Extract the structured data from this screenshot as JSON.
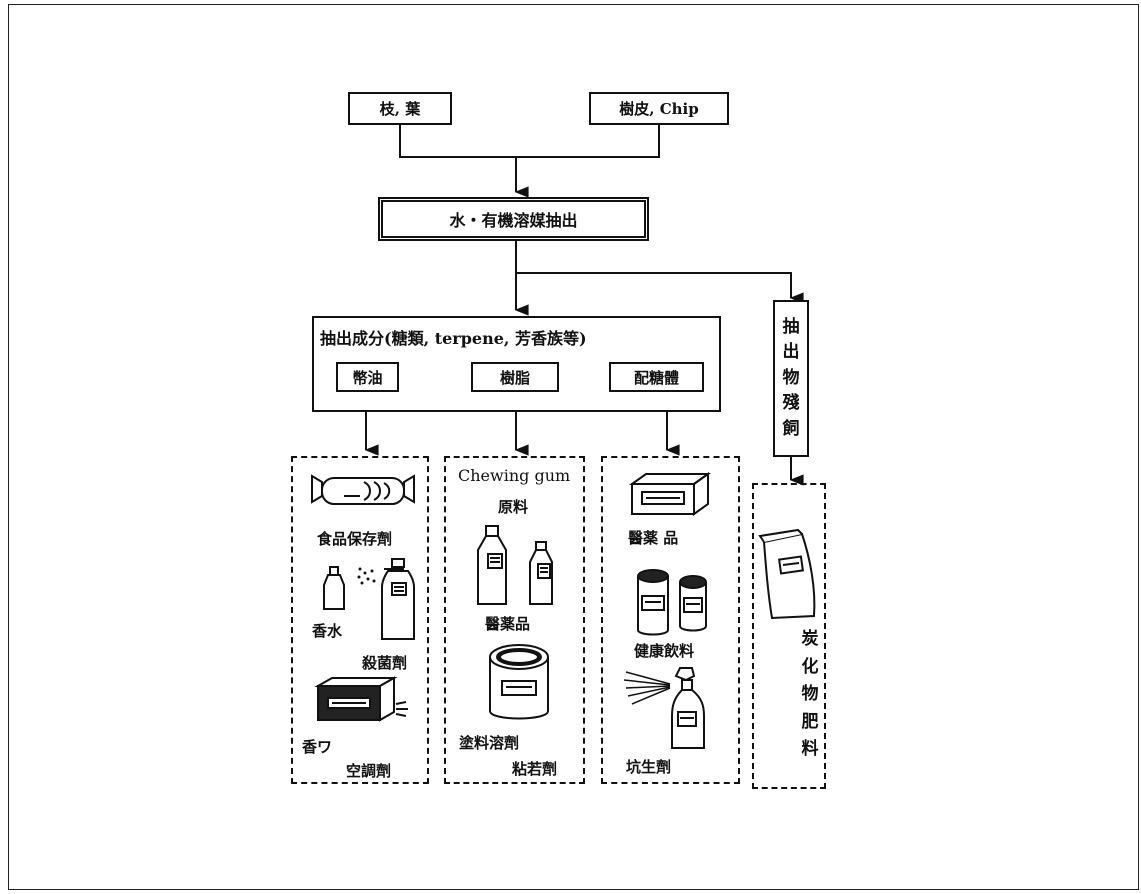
{
  "sources": {
    "branches_leaves": "枝, 葉",
    "bark_chip": "樹皮, Chip"
  },
  "process": {
    "extraction": "水・有機溶媒抽出"
  },
  "components": {
    "title": "抽出成分(糖類, terpene, 芳香族等)",
    "items": [
      "幣油",
      "樹脂",
      "配糖體"
    ]
  },
  "residue": {
    "label_chars": [
      "抽",
      "出",
      "物",
      "殘",
      "飼"
    ]
  },
  "products": {
    "col1": {
      "food_preservative": "食品保存劑",
      "perfume": "香水",
      "sterilizer": "殺菌劑",
      "fragrance": "香ワ",
      "air_conditioner": "空調劑"
    },
    "col2": {
      "chewing_gum": "Chewing gum",
      "raw_material": "原料",
      "medicine": "醫薬品",
      "paint_solvent": "塗料溶劑",
      "adhesive": "粘若劑"
    },
    "col3": {
      "medicine": "醫薬 品",
      "health_drink": "健康飲料",
      "antibiotic": "坑生劑"
    },
    "col4": {
      "label_chars": [
        "炭",
        "化",
        "物",
        "肥",
        "料"
      ]
    }
  }
}
